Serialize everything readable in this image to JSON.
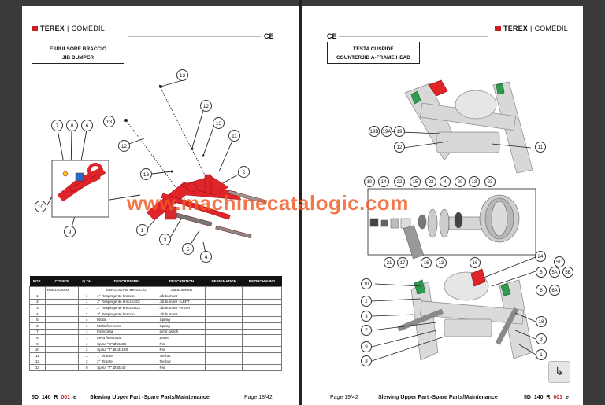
{
  "left": {
    "brand": "TEREX",
    "brand_sub": "COMEDIL",
    "ce": "CE",
    "title_it": "ESPULSORE BRACCIO",
    "title_en": "JIB BUMPER",
    "callouts": [
      "13",
      "12",
      "13",
      "12",
      "13",
      "7",
      "8",
      "6",
      "11",
      "13",
      "2",
      "10",
      "9",
      "1",
      "3",
      "5",
      "4"
    ],
    "table": {
      "headers": [
        "POS.",
        "CODICE",
        "Q.TA'",
        "DESCRIZIONE",
        "DESCRIPTION",
        "DESIGNATION",
        "BEZEICHNUNG"
      ],
      "group": {
        "code": "RSB1400000",
        "it": "ESPULSORE BRACCIO",
        "en": "JIB BUMPER"
      },
      "rows": [
        [
          "1",
          "",
          "1",
          "1° Respingente braccio",
          "Jib bumper"
        ],
        [
          "2",
          "",
          "1",
          "2° Respingente braccio SX",
          "Jib bumper - LEFT"
        ],
        [
          "3",
          "",
          "1",
          "2° Respingente braccio DX",
          "Jib bumper - RIGHT"
        ],
        [
          "4",
          "",
          "2",
          "3° Respingente braccio",
          "Jib bumper"
        ],
        [
          "5",
          "",
          "4",
          "Molla",
          "Spring"
        ],
        [
          "6",
          "",
          "1",
          "Molla finecorsa",
          "Spring"
        ],
        [
          "7",
          "",
          "1",
          "Finecorsa",
          "Limit switch"
        ],
        [
          "8",
          "",
          "1",
          "Leva finecorsa",
          "Lever"
        ],
        [
          "9",
          "",
          "1",
          "Spina \"C\" Ø15x68",
          "Pin"
        ],
        [
          "10",
          "",
          "2",
          "Spina \"T\" Ø43x130",
          "Pin"
        ],
        [
          "11",
          "",
          "2",
          "1° Tirante",
          "Tie-bar"
        ],
        [
          "12",
          "",
          "2",
          "2° Tirante",
          "Tie-bar"
        ],
        [
          "13",
          "",
          "8",
          "Spina \"T\" Ø30x40",
          "Pin"
        ]
      ]
    },
    "footer": {
      "code_a": "5D_140_R_",
      "code_b": "001",
      "code_c": "_e",
      "center": "Slewing Upper Part -Spare Parts/Maintenance",
      "page": "Page 18/42"
    }
  },
  "right": {
    "brand": "TEREX",
    "brand_sub": "COMEDIL",
    "ce": "CE",
    "title_it": "TESTA  CUSPIDE",
    "title_en": "COUNTERJIB A-FRAME HEAD",
    "callouts": [
      "19B",
      "19A",
      "19",
      "12",
      "11",
      "10",
      "14",
      "22",
      "15",
      "22",
      "4",
      "20",
      "13",
      "23",
      "21",
      "17",
      "16",
      "13",
      "16",
      "24",
      "5C",
      "5",
      "5A",
      "5B",
      "10",
      "2",
      "3",
      "7",
      "9",
      "8",
      "6",
      "6A",
      "18",
      "3",
      "1"
    ],
    "footer": {
      "page": "Page 19/42",
      "center": "Slewing Upper Part -Spare Parts/Maintenance",
      "code_a": "5D_140_R_",
      "code_b": "001",
      "code_c": "_e"
    }
  },
  "watermark": "www.machinecatalogic.com",
  "colors": {
    "accent_red": "#c8201f",
    "watermark": "#f05a23",
    "bumper_red": "#e0242a",
    "green_part": "#2e9b4f"
  }
}
